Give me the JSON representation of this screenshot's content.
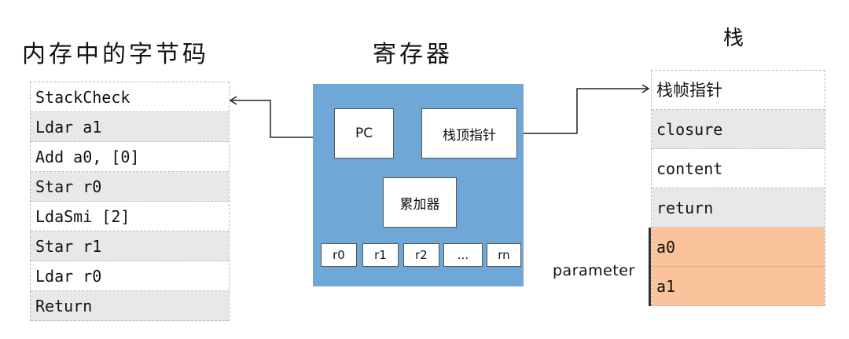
{
  "titles": {
    "bytecode": "内存中的字节码",
    "registers": "寄存器",
    "stack": "栈"
  },
  "bytecode": [
    "StackCheck",
    "Ldar a1",
    "Add a0, [0]",
    "Star r0",
    "LdaSmi [2]",
    "Star r1",
    "Ldar r0",
    "Return"
  ],
  "registers": {
    "pc": "PC",
    "stack_pointer": "栈顶指针",
    "accumulator": "累加器",
    "small": [
      "r0",
      "r1",
      "r2",
      "...",
      "rn"
    ]
  },
  "stack": [
    "栈帧指针",
    "closure",
    "content",
    "return",
    "a0",
    "a1"
  ],
  "parameter_label": "parameter",
  "colors": {
    "register_panel": "#6fa8d6",
    "alt_row": "#e8e8e8",
    "parameter_rows": "#fbc39c"
  }
}
